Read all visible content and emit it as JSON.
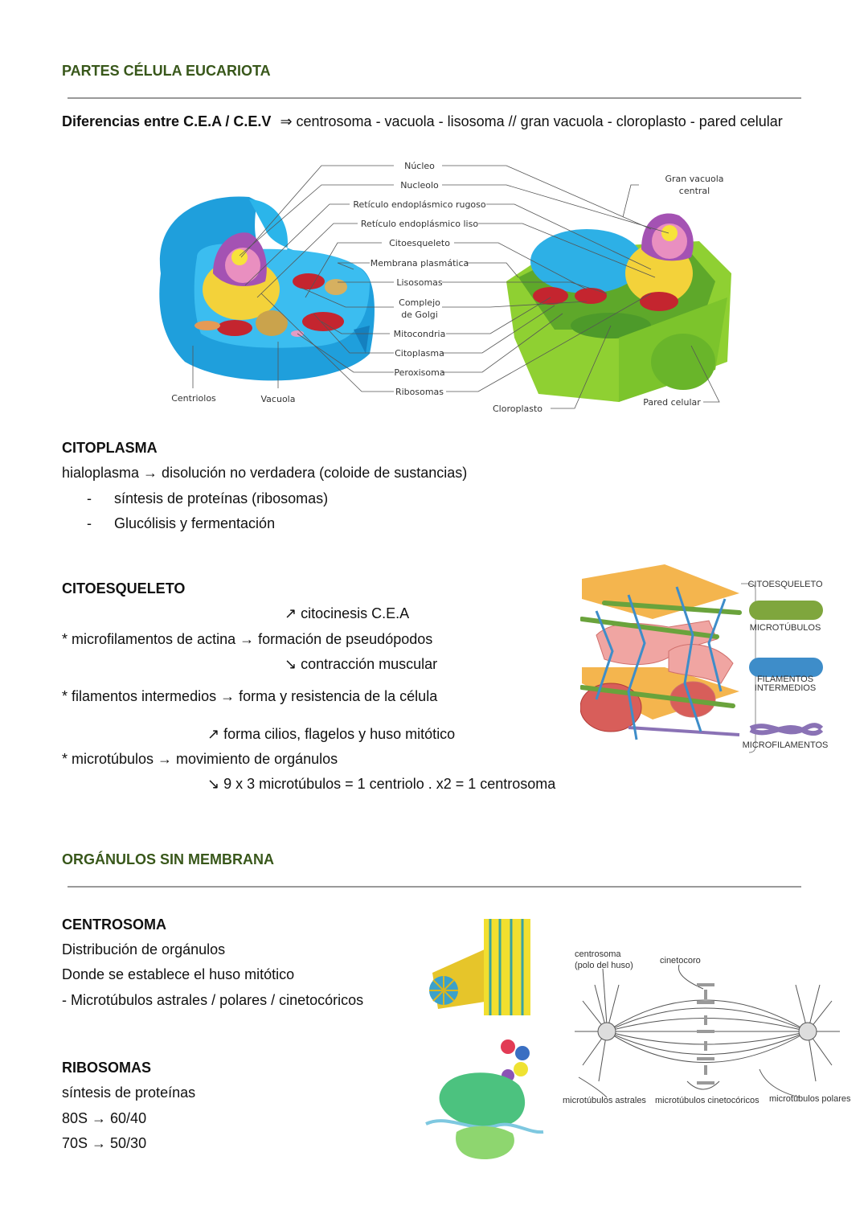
{
  "section1": {
    "title": "PARTES CÉLULA EUCARIOTA",
    "diff_label": "Diferencias entre C.E.A / C.E.V",
    "diff_text": "⇒ centrosoma - vacuola - lisosoma  // gran vacuola - cloroplasto - pared celular"
  },
  "cell_diagram": {
    "center_labels": [
      "Núcleo",
      "Nucleolo",
      "Retículo endoplásmico rugoso",
      "Retículo endoplásmico liso",
      "Citoesqueleto",
      "Membrana plasmática",
      "Lisosomas",
      "Complejo",
      "de Golgi",
      "Mitocondria",
      "Citoplasma",
      "Peroxisoma",
      "Ribosomas"
    ],
    "animal_labels": [
      "Centriolos",
      "Vacuola"
    ],
    "plant_labels": [
      "Gran vacuola",
      "central",
      "Cloroplasto",
      "Pared celular"
    ]
  },
  "citoplasma": {
    "title": "CITOPLASMA",
    "line1": "hialoplasma → disolución no verdadera (coloide de sustancias)",
    "bullets": [
      "síntesis de proteínas (ribosomas)",
      "Glucólisis y fermentación"
    ],
    "bullet_mark": "-"
  },
  "citoesqueleto": {
    "title": "CITOESQUELETO",
    "up1": "↗  citocinesis C.E.A",
    "micro_actina": "* microfilamentos de actina → formación de pseudópodos",
    "down1": "↘ contracción muscular",
    "intermedios": "* filamentos intermedios  → forma y resistencia de la célula",
    "up2": "↗  forma cilios, flagelos y huso mitótico",
    "microtubulos": "* microtúbulos  → movimiento de orgánulos",
    "down2": "↘  9 x 3 microtúbulos = 1 centriolo . x2 = 1 centrosoma",
    "figure": {
      "title": "CITOESQUELETO",
      "labels": [
        "MICROTÚBULOS",
        "FILAMENTOS",
        "INTERMEDIOS",
        "MICROFILAMENTOS"
      ]
    }
  },
  "section2": {
    "title": "ORGÁNULOS SIN MEMBRANA"
  },
  "centrosoma": {
    "title": "CENTROSOMA",
    "lines": [
      "Distribución de orgánulos",
      "Donde se establece el huso mitótico",
      "- Microtúbulos astrales / polares / cinetocóricos"
    ]
  },
  "spindle": {
    "labels": [
      "centrosoma",
      "(polo del huso)",
      "cinetocoro",
      "microtúbulos astrales",
      "microtúbulos cinetocóricos",
      "microtúbulos polares"
    ]
  },
  "ribosomas": {
    "title": "RIBOSOMAS",
    "lines": [
      "síntesis de proteínas",
      "80S → 60/40",
      "70S → 50/30"
    ]
  },
  "colors": {
    "heading_green": "#38571a",
    "divider": "#9a9a9a"
  }
}
